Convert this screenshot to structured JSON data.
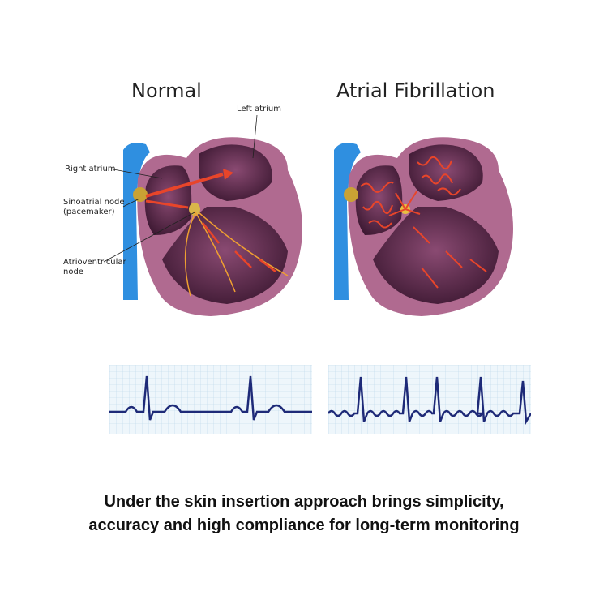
{
  "panels": {
    "normal": {
      "title": "Normal",
      "labels": {
        "left_atrium": "Left atrium",
        "right_atrium": "Right atrium",
        "sa_node_line1": "Sinoatrial node",
        "sa_node_line2": "(pacemaker)",
        "av_node_line1": "Atrioventricular",
        "av_node_line2": "node"
      }
    },
    "fibrillation": {
      "title": "Atrial Fibrillation"
    }
  },
  "caption": {
    "line1": "Under the skin insertion approach brings simplicity,",
    "line2": "accuracy and high compliance for long-term monitoring"
  },
  "colors": {
    "vessel_blue": "#2f8fe0",
    "heart_wall": "#b06a90",
    "chamber": "#5a2a48",
    "signal": "#e8452a",
    "ecg_trace": "#1e2a78",
    "ecg_grid": "#b9d7ea"
  }
}
